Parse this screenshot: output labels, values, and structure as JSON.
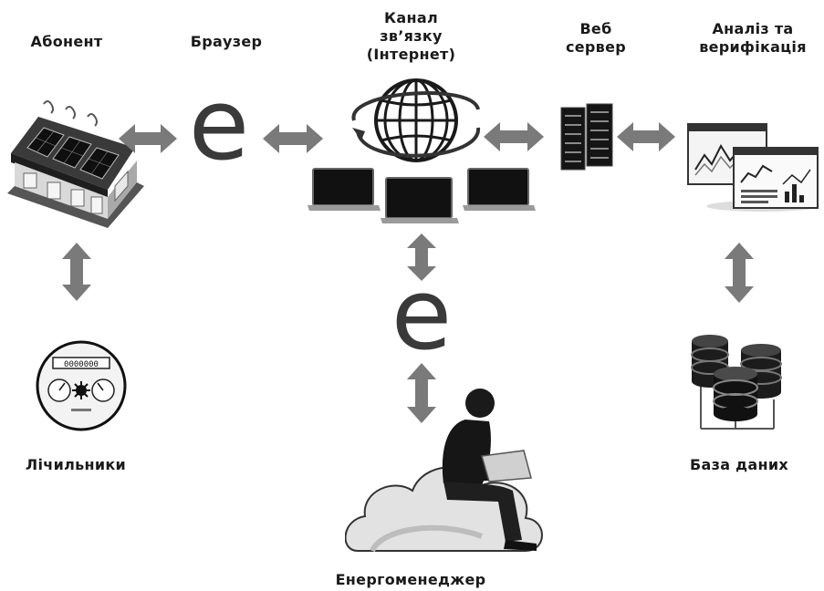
{
  "labels": {
    "subscriber": "Абонент",
    "browser": "Браузер",
    "channel": "Канал зв’язку (Інтернет)",
    "web_server": "Веб сервер",
    "analysis": "Аналіз та верифікація",
    "meters": "Лічильники",
    "database": "База даних",
    "energy_manager": "Енергоменеджер"
  },
  "browser_glyph": "e",
  "meter_counter": "0000000",
  "colors": {
    "arrow": "#7a7a7a",
    "text": "#1a1a1a"
  }
}
